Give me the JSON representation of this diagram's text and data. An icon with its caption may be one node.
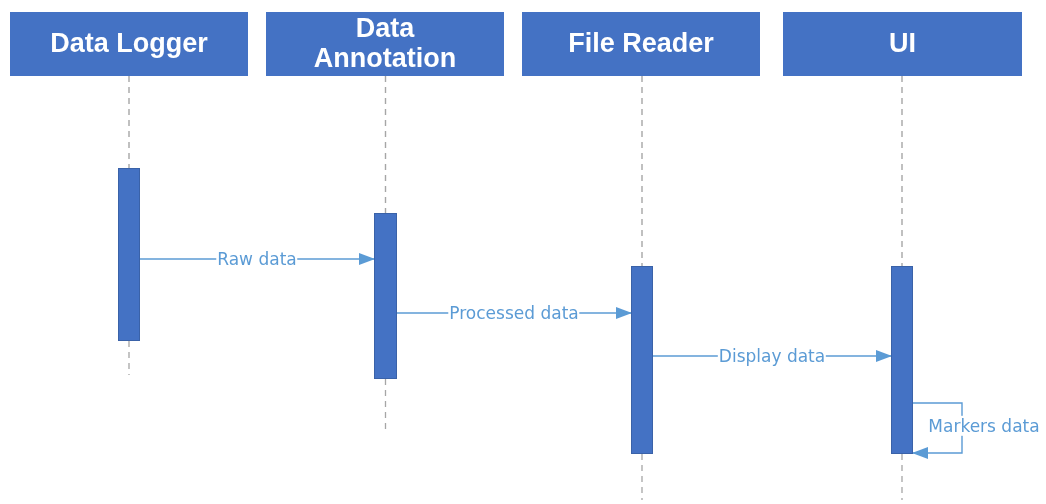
{
  "diagram": {
    "nodes": [
      {
        "text": [
          "Data Logger"
        ]
      },
      {
        "text": [
          "Data Annotation"
        ]
      },
      {
        "text": [
          "File Reader"
        ]
      },
      {
        "text": [
          "UI"
        ]
      },
      {
        "text": [],
        "shape": "bar"
      },
      {
        "text": [],
        "shape": "bar"
      },
      {
        "text": [],
        "shape": "bar"
      },
      {
        "text": [],
        "shape": "bar"
      }
    ],
    "edges": [
      {
        "from": 0,
        "to": 4,
        "arrow": "none",
        "style": "dashed",
        "color": "#a6a6a6"
      },
      {
        "from": 1,
        "to": 5,
        "arrow": "none",
        "style": "dashed",
        "color": "#a6a6a6"
      },
      {
        "from": 2,
        "to": 6,
        "arrow": "none",
        "style": "dashed",
        "color": "#a6a6a6"
      },
      {
        "from": 3,
        "to": 7,
        "arrow": "none",
        "style": "dashed",
        "color": "#a6a6a6"
      },
      {
        "from": 4,
        "to": 5,
        "arrow": "to",
        "label": "Raw data"
      },
      {
        "from": 5,
        "to": 6,
        "arrow": "to",
        "label": "Processed data"
      },
      {
        "from": 6,
        "to": 7,
        "arrow": "to",
        "label": "Display data"
      },
      {
        "from": 7,
        "to": 7,
        "arrow": "to",
        "label": "Markers data"
      }
    ]
  }
}
